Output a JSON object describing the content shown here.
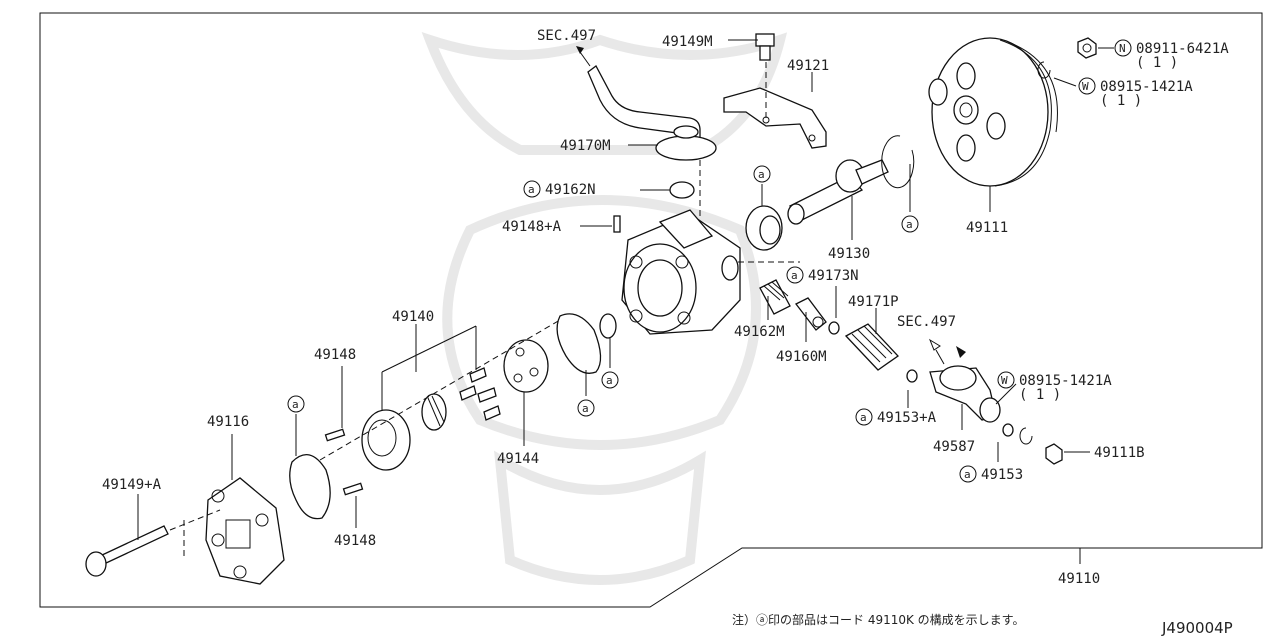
{
  "diagram": {
    "part_number": "49110",
    "diagram_code": "J490004P",
    "footnote": "注）ⓐ印の部品はコード 49110K の構成を示します。",
    "labels": {
      "sec497_top": "SEC.497",
      "p49149M": "49149M",
      "p49121": "49121",
      "p49170M": "49170M",
      "p49162N": "49162N",
      "p49148A": "49148+A",
      "p49130": "49130",
      "p49111": "49111",
      "nut_code": "08911-6421A",
      "nut_qty": "( 1 )",
      "washer_code_top": "08915-1421A",
      "washer_qty_top": "( 1 )",
      "p49173N": "49173N",
      "p49171P": "49171P",
      "sec497_right": "SEC.497",
      "p49162M": "49162M",
      "p49160M": "49160M",
      "p49140": "49140",
      "p49148_top": "49148",
      "p49148_bottom": "49148",
      "p49144": "49144",
      "p49116": "49116",
      "p49149A": "49149+A",
      "p49153A": "49153+A",
      "p49587": "49587",
      "p49153": "49153",
      "washer_code_right": "08915-1421A",
      "washer_qty_right": "( 1 )",
      "p49111B": "49111B",
      "p49110": "49110"
    },
    "markers": {
      "a": "a",
      "n": "N",
      "w": "W"
    }
  }
}
